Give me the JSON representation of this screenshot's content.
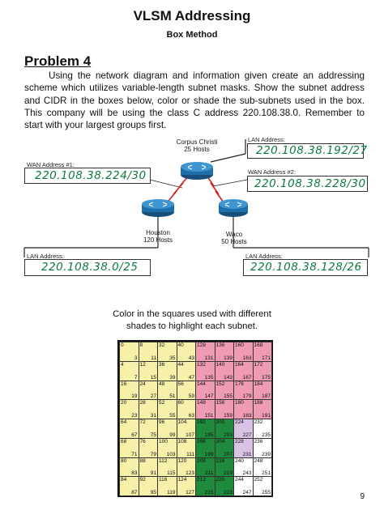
{
  "header": {
    "title": "VLSM Addressing",
    "subtitle": "Box Method"
  },
  "problem": {
    "heading": "Problem 4",
    "text": "Using the network diagram and information given create an addressing scheme which utilizes variable-length subnet masks. Show the subnet address and CIDR in the boxes below, color or shade the sub-subnets used in the box. This company will be using the class C address 220.108.38.0. Remember to start with your largest groups first."
  },
  "diagram": {
    "routers": [
      {
        "name": "Corpus Christi",
        "hosts": "25 Hosts"
      },
      {
        "name": "Houston",
        "hosts": "120 Hosts"
      },
      {
        "name": "Waco",
        "hosts": "50 Hosts"
      }
    ],
    "boxes": {
      "corpus_lan": {
        "label": "LAN Address:",
        "value": "220.108.38.192/27"
      },
      "wan1": {
        "label": "WAN Address #1:",
        "value": "220.108.38.224/30"
      },
      "wan2": {
        "label": "WAN Address #2:",
        "value": "220.108.38.228/30"
      },
      "houston_lan": {
        "label": "LAN Address:",
        "value": "220.108.38.0/25"
      },
      "waco_lan": {
        "label": "LAN Address:",
        "value": "220.108.38.128/26"
      }
    },
    "colors": {
      "handwriting": "#0b7a3c",
      "router": "#1e6fa8",
      "link": "#d21f1f"
    }
  },
  "caption": {
    "line1": "Color in the squares used with different",
    "line2": "shades to highlight each subnet."
  },
  "grid": {
    "colors": {
      "yellow": "#f6f0a8",
      "pink": "#ef9bb4",
      "green": "#1d8a3c",
      "lavender": "#d9c2e6",
      "white": "#ffffff"
    },
    "cells": [
      [
        "0",
        "3"
      ],
      [
        "8",
        "11"
      ],
      [
        "32",
        "35"
      ],
      [
        "40",
        "43"
      ],
      [
        "128",
        "131"
      ],
      [
        "136",
        "139"
      ],
      [
        "160",
        "163"
      ],
      [
        "168",
        "171"
      ],
      [
        "4",
        "7"
      ],
      [
        "12",
        "15"
      ],
      [
        "36",
        "39"
      ],
      [
        "44",
        "47"
      ],
      [
        "132",
        "135"
      ],
      [
        "140",
        "143"
      ],
      [
        "164",
        "167"
      ],
      [
        "172",
        "175"
      ],
      [
        "16",
        "19"
      ],
      [
        "24",
        "27"
      ],
      [
        "48",
        "51"
      ],
      [
        "56",
        "59"
      ],
      [
        "144",
        "147"
      ],
      [
        "152",
        "155"
      ],
      [
        "176",
        "179"
      ],
      [
        "184",
        "187"
      ],
      [
        "20",
        "23"
      ],
      [
        "28",
        "31"
      ],
      [
        "52",
        "55"
      ],
      [
        "60",
        "63"
      ],
      [
        "148",
        "151"
      ],
      [
        "156",
        "159"
      ],
      [
        "180",
        "183"
      ],
      [
        "188",
        "191"
      ],
      [
        "64",
        "67"
      ],
      [
        "72",
        "75"
      ],
      [
        "96",
        "99"
      ],
      [
        "104",
        "107"
      ],
      [
        "192",
        "195"
      ],
      [
        "200",
        "203"
      ],
      [
        "224",
        "227"
      ],
      [
        "232",
        "235"
      ],
      [
        "68",
        "71"
      ],
      [
        "76",
        "79"
      ],
      [
        "100",
        "103"
      ],
      [
        "108",
        "111"
      ],
      [
        "196",
        "199"
      ],
      [
        "204",
        "207"
      ],
      [
        "228",
        "231"
      ],
      [
        "236",
        "239"
      ],
      [
        "80",
        "83"
      ],
      [
        "88",
        "91"
      ],
      [
        "112",
        "115"
      ],
      [
        "120",
        "123"
      ],
      [
        "208",
        "211"
      ],
      [
        "216",
        "219"
      ],
      [
        "240",
        "243"
      ],
      [
        "248",
        "251"
      ],
      [
        "84",
        "87"
      ],
      [
        "92",
        "95"
      ],
      [
        "116",
        "119"
      ],
      [
        "124",
        "127"
      ],
      [
        "212",
        "215"
      ],
      [
        "220",
        "223"
      ],
      [
        "244",
        "247"
      ],
      [
        "252",
        "255"
      ]
    ]
  },
  "page_number": "9"
}
